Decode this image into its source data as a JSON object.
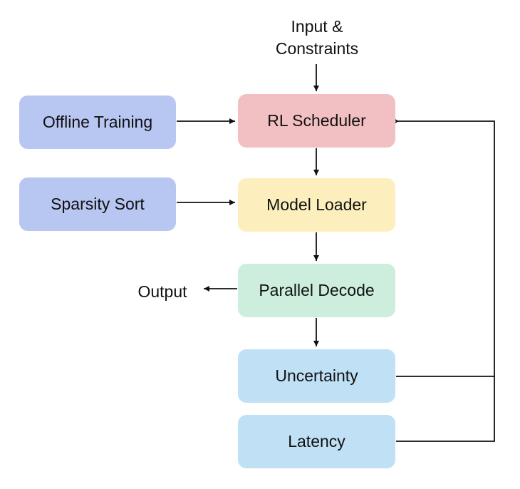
{
  "diagram": {
    "input_label_line1": "Input &",
    "input_label_line2": "Constraints",
    "output_label": "Output",
    "nodes": {
      "offline_training": "Offline Training",
      "sparsity_sort": "Sparsity Sort",
      "rl_scheduler": "RL Scheduler",
      "model_loader": "Model Loader",
      "parallel_decode": "Parallel Decode",
      "uncertainty": "Uncertainty",
      "latency": "Latency"
    },
    "edges": [
      {
        "from": "input",
        "to": "rl_scheduler"
      },
      {
        "from": "offline_training",
        "to": "rl_scheduler"
      },
      {
        "from": "sparsity_sort",
        "to": "model_loader"
      },
      {
        "from": "rl_scheduler",
        "to": "model_loader"
      },
      {
        "from": "model_loader",
        "to": "parallel_decode"
      },
      {
        "from": "parallel_decode",
        "to": "output"
      },
      {
        "from": "parallel_decode",
        "to": "uncertainty"
      },
      {
        "from": "uncertainty",
        "to": "rl_scheduler"
      },
      {
        "from": "latency",
        "to": "rl_scheduler"
      }
    ],
    "colors": {
      "blue_node": "#b8c6f2",
      "red_node": "#f2c0c2",
      "yellow_node": "#fdefbd",
      "green_node": "#cdeedd",
      "lightblue_node": "#c0e0f5",
      "edge": "#111111"
    }
  }
}
